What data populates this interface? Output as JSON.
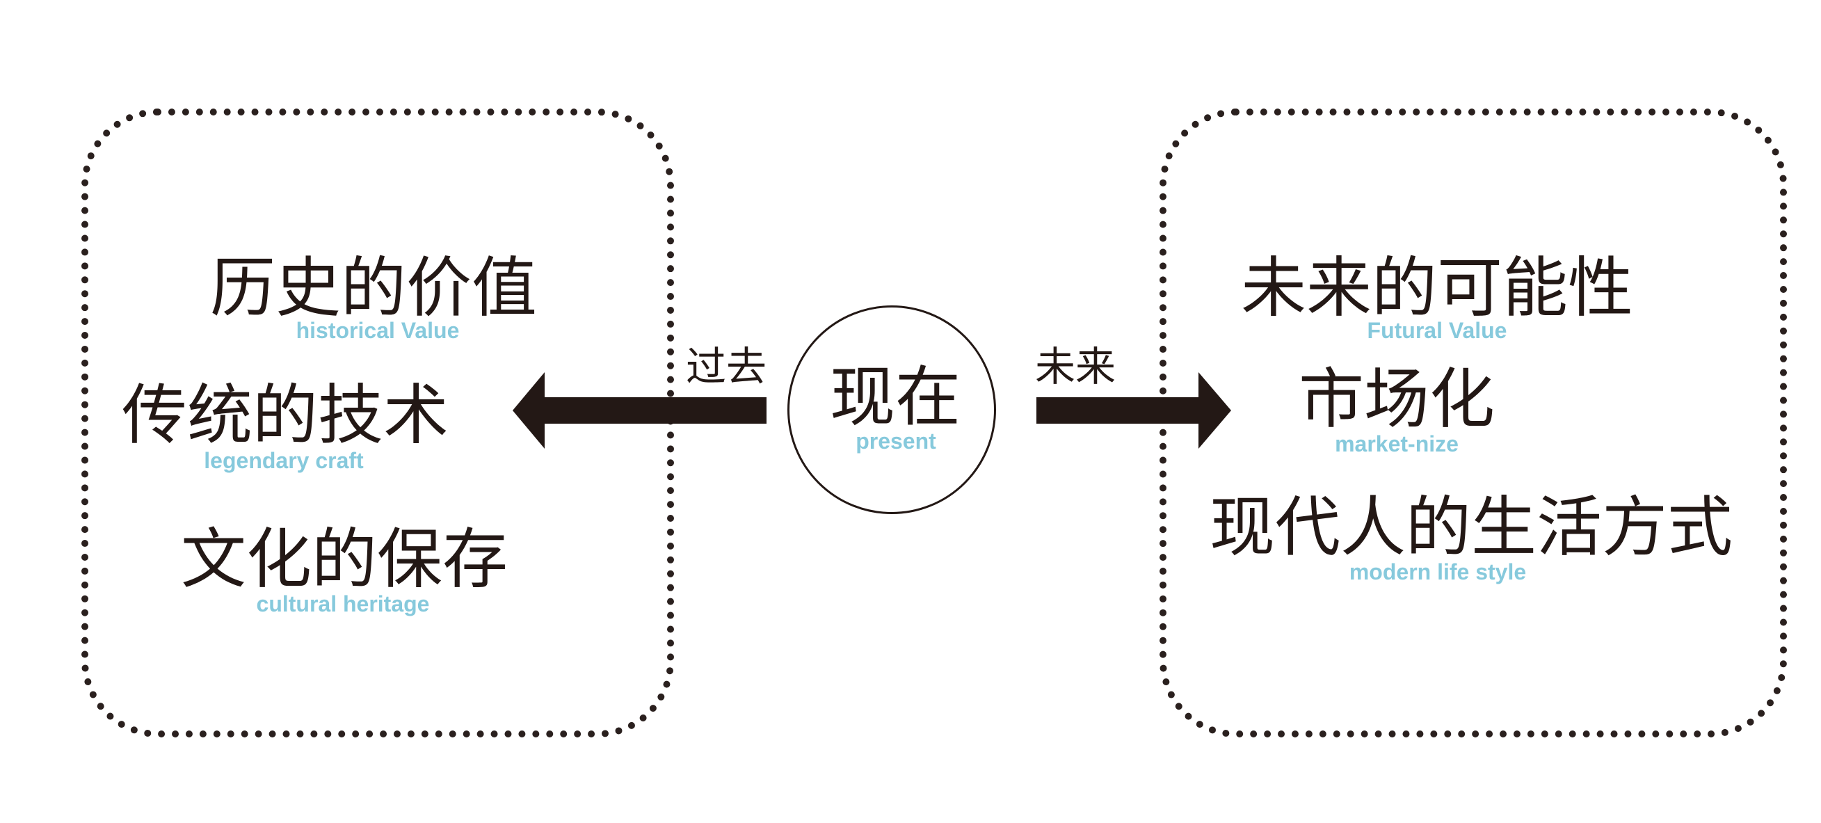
{
  "past": {
    "label": "过去",
    "items": [
      {
        "zh": "历史的价值",
        "en": "historical Value"
      },
      {
        "zh": "传统的技术",
        "en": "legendary craft"
      },
      {
        "zh": "文化的保存",
        "en": "cultural heritage"
      }
    ]
  },
  "present": {
    "zh": "现在",
    "en": "present"
  },
  "future": {
    "label": "未来",
    "items": [
      {
        "zh": "未来的可能性",
        "en": "Futural Value"
      },
      {
        "zh": "市场化",
        "en": "market-nize"
      },
      {
        "zh": "现代人的生活方式",
        "en": "modern life style"
      }
    ]
  },
  "colors": {
    "text": "#231815",
    "accent": "#86c9dc",
    "border": "#2a201e"
  }
}
